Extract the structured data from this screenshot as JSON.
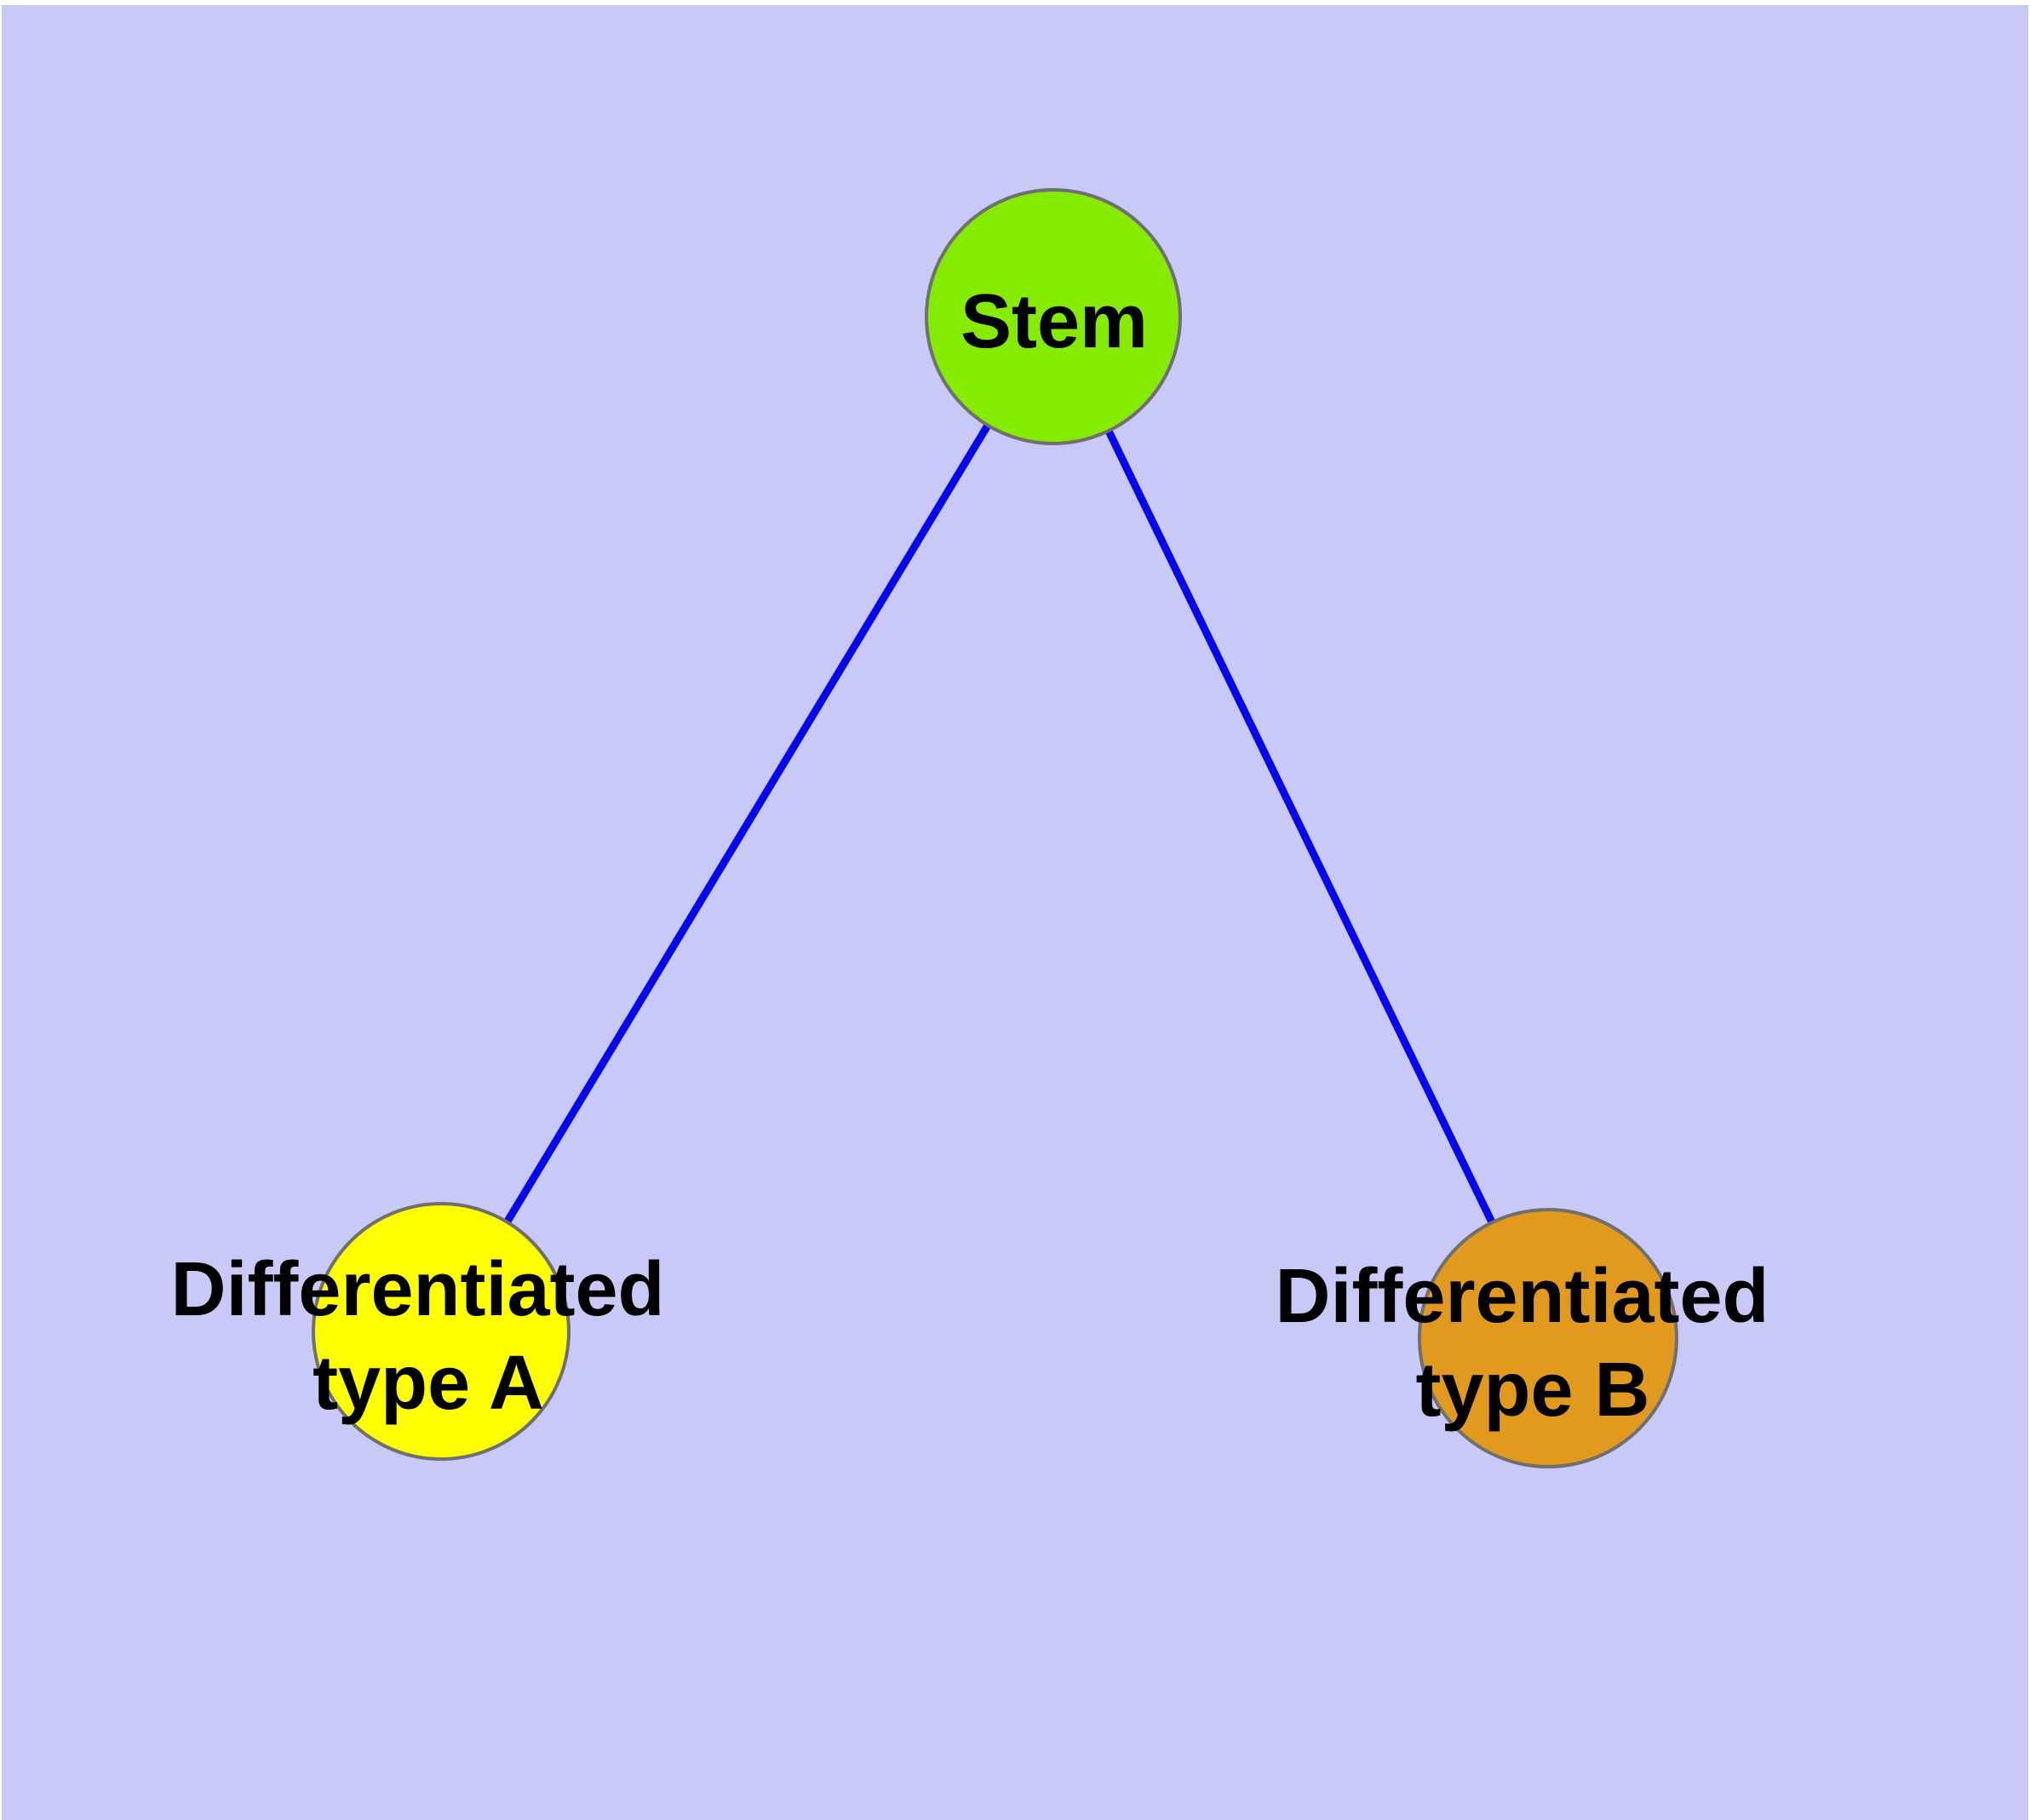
{
  "diagram": {
    "type": "graph",
    "description": "Stem cell differentiation diagram with three circular nodes connected by edges",
    "background_color": "#C9C9F8",
    "margin_color": "#FFFFFF",
    "edge_color": "#0505EE",
    "node_border_color": "#6F6F6F",
    "text_color": "#000000",
    "nodes": [
      {
        "id": "stem",
        "label": "Stem",
        "fill": "#85EB00"
      },
      {
        "id": "differentiated-a",
        "label_line1": "Differentiated",
        "label_line2": "type A",
        "fill": "#FFFF00"
      },
      {
        "id": "differentiated-b",
        "label_line1": "Differentiated",
        "label_line2": "type B",
        "fill": "#E29A1E"
      }
    ],
    "edges": [
      {
        "from": "Stem",
        "to": "Differentiated type A"
      },
      {
        "from": "Stem",
        "to": "Differentiated type B"
      }
    ]
  }
}
